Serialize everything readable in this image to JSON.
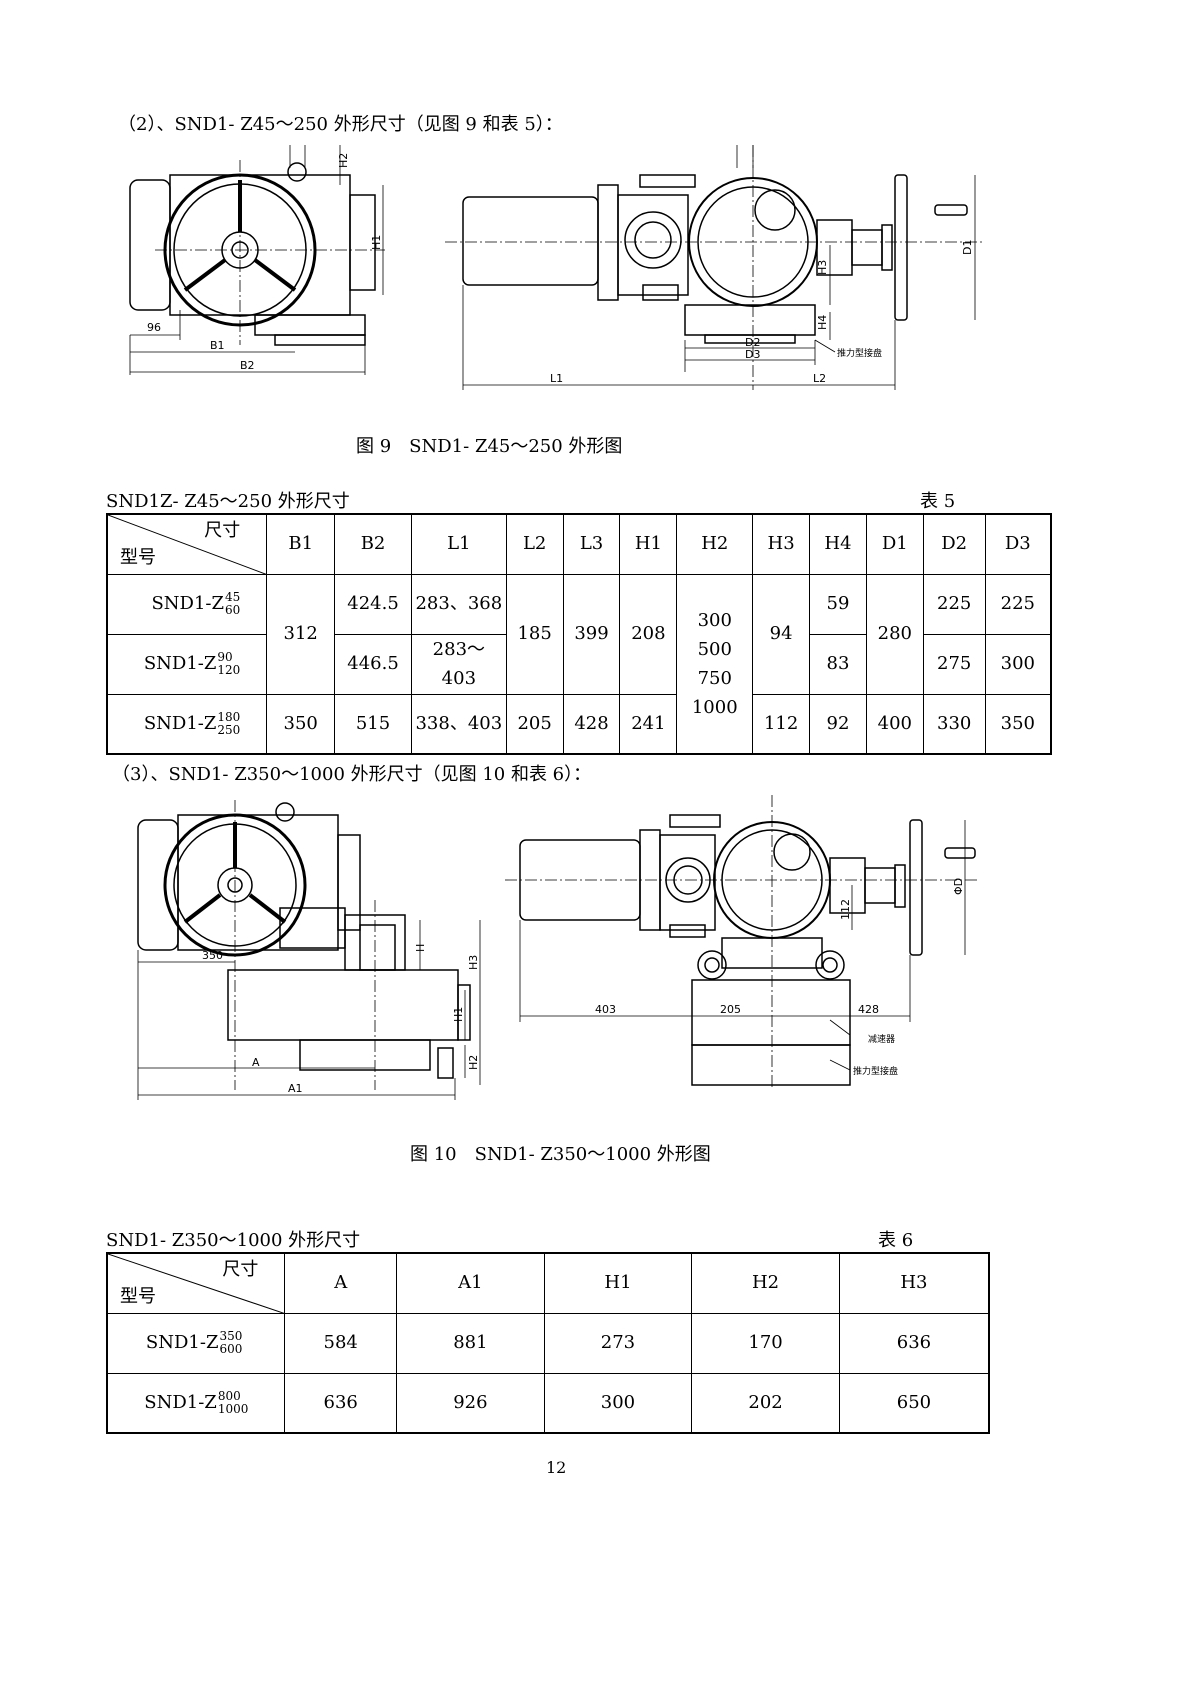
{
  "section2": {
    "heading": "（2）、SND1- Z45～250 外形尺寸（见图 9 和表 5）：",
    "figure_caption": "图 9　SND1- Z45～250 外形图",
    "labels": {
      "h2": "H2",
      "h1": "H1",
      "d96": "96",
      "b1": "B1",
      "b2": "B2",
      "h3": "H3",
      "h4": "H4",
      "d1": "D1",
      "d2": "D2",
      "d3": "D3",
      "l1": "L1",
      "l2": "L2",
      "callout": "推力型接盘"
    }
  },
  "table5": {
    "title": "SND1Z- Z45～250 外形尺寸",
    "number": "表 5",
    "corner_top": "尺寸",
    "corner_bottom": "型号",
    "headers": [
      "B1",
      "B2",
      "L1",
      "L2",
      "L3",
      "H1",
      "H2",
      "H3",
      "H4",
      "D1",
      "D2",
      "D3"
    ],
    "rows": [
      {
        "prefix": "SND1-Z",
        "sup": "45",
        "sub": "60"
      },
      {
        "prefix": "SND1-Z",
        "sup": "90",
        "sub": "120"
      },
      {
        "prefix": "SND1-Z",
        "sup": "180",
        "sub": "250"
      }
    ],
    "cells": {
      "b1_a": "312",
      "b2_1": "424.5",
      "l1_1": "283、368",
      "l2_a": "185",
      "l3_a": "399",
      "h1_a": "208",
      "h2_1": "300",
      "h2_2": "500",
      "h2_3": "750",
      "h2_4": "1000",
      "h3_a": "94",
      "h4_1": "59",
      "d1_a": "280",
      "d2_1": "225",
      "d3_1": "225",
      "b2_2": "446.5",
      "l1_2a": "283～",
      "l1_2b": "403",
      "h4_2": "83",
      "d2_2": "275",
      "d3_2": "300",
      "b1_3": "350",
      "b2_3": "515",
      "l1_3": "338、403",
      "l2_3": "205",
      "l3_3": "428",
      "h1_3": "241",
      "h3_3": "112",
      "h4_3": "92",
      "d1_3": "400",
      "d2_3": "330",
      "d3_3": "350"
    }
  },
  "section3": {
    "heading": "（3）、SND1- Z350～1000 外形尺寸（见图 10 和表 6）：",
    "figure_caption": "图 10　SND1- Z350～1000 外形图",
    "labels": {
      "d350": "350",
      "h": "H",
      "h3": "H3",
      "h1": "H1",
      "h2": "H2",
      "a": "A",
      "a1": "A1",
      "d112": "112",
      "phi_d": "ΦD",
      "d403": "403",
      "d205": "205",
      "d428": "428",
      "callout1": "减速器",
      "callout2": "推力型接盘"
    }
  },
  "table6": {
    "title": "SND1- Z350～1000 外形尺寸",
    "number": "表 6",
    "corner_top": "尺寸",
    "corner_bottom": "型号",
    "headers": [
      "A",
      "A1",
      "H1",
      "H2",
      "H3"
    ],
    "rows": [
      {
        "prefix": "SND1-Z",
        "sup": "350",
        "sub": "600",
        "values": [
          "584",
          "881",
          "273",
          "170",
          "636"
        ]
      },
      {
        "prefix": "SND1-Z",
        "sup": "800",
        "sub": "1000",
        "values": [
          "636",
          "926",
          "300",
          "202",
          "650"
        ]
      }
    ]
  },
  "page_number": "12"
}
